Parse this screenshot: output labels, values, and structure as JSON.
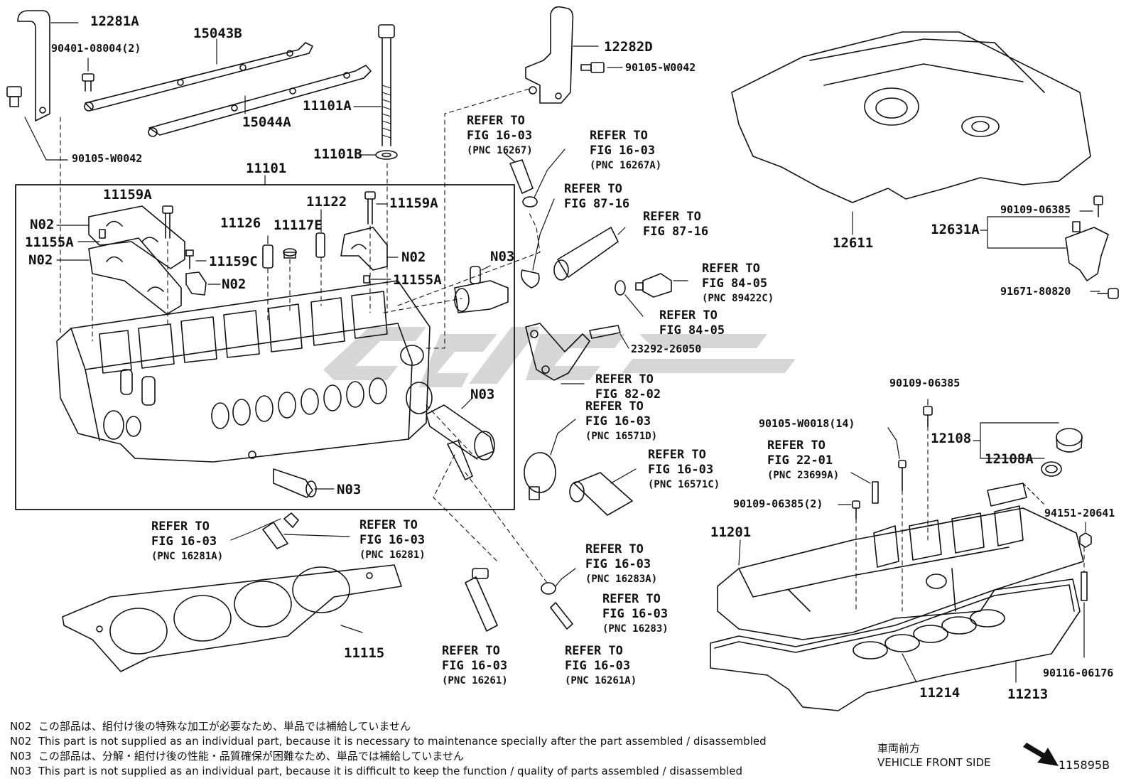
{
  "watermark": "",
  "labels": {
    "p12281A": "12281A",
    "p90401": "90401-08004(2)",
    "p15043B": "15043B",
    "p15044A": "15044A",
    "p11101A": "11101A",
    "p11101B": "11101B",
    "p90105_w0042_left": "90105-W0042",
    "p11101": "11101",
    "p11159A_left": "11159A",
    "p11159A_right": "11159A",
    "p11122": "11122",
    "p11126": "11126",
    "p11117E": "11117E",
    "pN02_1": "N02",
    "pN02_2": "N02",
    "pN02_3": "N02",
    "pN02_4": "N02",
    "p11155A_left": "11155A",
    "p11155A_right": "11155A",
    "p11159C": "11159C",
    "pN03_a": "N03",
    "pN03_b": "N03",
    "pN03_c": "N03",
    "p12282D": "12282D",
    "p90105_w0042_top": "90105-W0042",
    "p23292": "23292-26050",
    "p12611": "12611",
    "p12631A": "12631A",
    "p90109_a": "90109-06385",
    "p91671": "91671-80820",
    "p90109_b": "90109-06385",
    "p90105_w0018": "90105-W0018(14)",
    "p12108": "12108",
    "p12108A": "12108A",
    "p90109_2": "90109-06385(2)",
    "p94151": "94151-20641",
    "p11201": "11201",
    "p90116": "90116-06176",
    "p11214": "11214",
    "p11213": "11213",
    "p11115": "11115",
    "diagram_id": "115895B"
  },
  "refs": [
    {
      "id": "r16267",
      "l1": "REFER TO",
      "l2": "FIG 16-03",
      "pnc": "(PNC 16267)"
    },
    {
      "id": "r16267A",
      "l1": "REFER TO",
      "l2": "FIG 16-03",
      "pnc": "(PNC 16267A)"
    },
    {
      "id": "r8716a",
      "l1": "REFER TO",
      "l2": "FIG 87-16",
      "pnc": ""
    },
    {
      "id": "r8716b",
      "l1": "REFER TO",
      "l2": "FIG 87-16",
      "pnc": ""
    },
    {
      "id": "r8405a",
      "l1": "REFER TO",
      "l2": "FIG 84-05",
      "pnc": "(PNC 89422C)"
    },
    {
      "id": "r8405b",
      "l1": "REFER TO",
      "l2": "FIG 84-05",
      "pnc": ""
    },
    {
      "id": "r8202",
      "l1": "REFER TO",
      "l2": "FIG 82-02",
      "pnc": ""
    },
    {
      "id": "r16571D",
      "l1": "REFER TO",
      "l2": "FIG 16-03",
      "pnc": "(PNC 16571D)"
    },
    {
      "id": "r16571C",
      "l1": "REFER TO",
      "l2": "FIG 16-03",
      "pnc": "(PNC 16571C)"
    },
    {
      "id": "r2201",
      "l1": "REFER TO",
      "l2": "FIG 22-01",
      "pnc": "(PNC 23699A)"
    },
    {
      "id": "r16281A",
      "l1": "REFER TO",
      "l2": "FIG 16-03",
      "pnc": "(PNC 16281A)"
    },
    {
      "id": "r16281",
      "l1": "REFER TO",
      "l2": "FIG 16-03",
      "pnc": "(PNC 16281)"
    },
    {
      "id": "r16283A",
      "l1": "REFER TO",
      "l2": "FIG 16-03",
      "pnc": "(PNC 16283A)"
    },
    {
      "id": "r16283",
      "l1": "REFER TO",
      "l2": "FIG 16-03",
      "pnc": "(PNC 16283)"
    },
    {
      "id": "r16261",
      "l1": "REFER TO",
      "l2": "FIG 16-03",
      "pnc": "(PNC 16261)"
    },
    {
      "id": "r16261A",
      "l1": "REFER TO",
      "l2": "FIG 16-03",
      "pnc": "(PNC 16261A)"
    }
  ],
  "notes": [
    {
      "code": "N02",
      "text": "この部品は、組付け後の特殊な加工が必要なため、単品では補給していません"
    },
    {
      "code": "N02",
      "text": "This part is not supplied as an individual part, because it is necessary to maintenance specially after the part assembled / disassembled"
    },
    {
      "code": "N03",
      "text": "この部品は、分解・組付け後の性能・品質確保が困難なため、単品では補給していません"
    },
    {
      "code": "N03",
      "text": "This part is not supplied as an individual part, because it is difficult to keep the function / quality of parts  assembled / disassembled"
    }
  ],
  "front": {
    "jp": "車両前方",
    "en": "VEHICLE FRONT SIDE"
  }
}
